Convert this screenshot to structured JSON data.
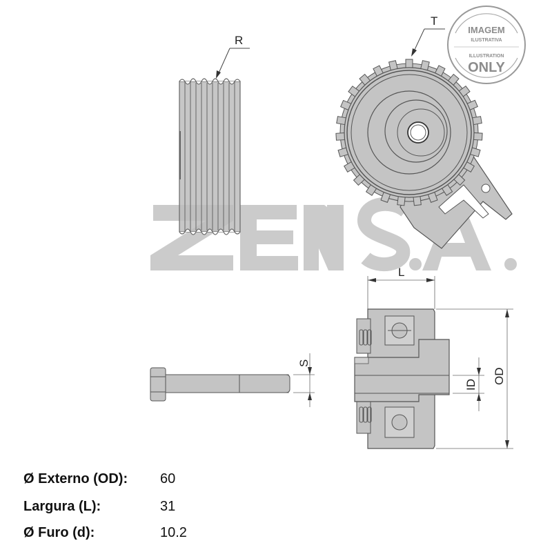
{
  "watermark": {
    "brand_text_left": "ZEN",
    "brand_text_right": "S.A.",
    "color": "#c8c8c8"
  },
  "badge": {
    "line1": "IMAGEM",
    "line2": "ILUSTRATIVA",
    "line3": "ILLUSTRATION",
    "line4": "ONLY",
    "color": "#8c8c8c"
  },
  "drawings": {
    "ribbed_pulley_label": "R",
    "toothed_pulley_label": "T",
    "bolt_dimension_label": "S",
    "width_dimension_label": "L",
    "inner_diameter_label": "ID",
    "outer_diameter_label": "OD",
    "part_fill_color": "#c4c4c4",
    "outline_color": "#555555"
  },
  "specs": [
    {
      "label": "Ø Externo (OD):",
      "value": "60"
    },
    {
      "label": "Largura (L):",
      "value": "31"
    },
    {
      "label": "Ø Furo (d):",
      "value": "10.2"
    }
  ]
}
